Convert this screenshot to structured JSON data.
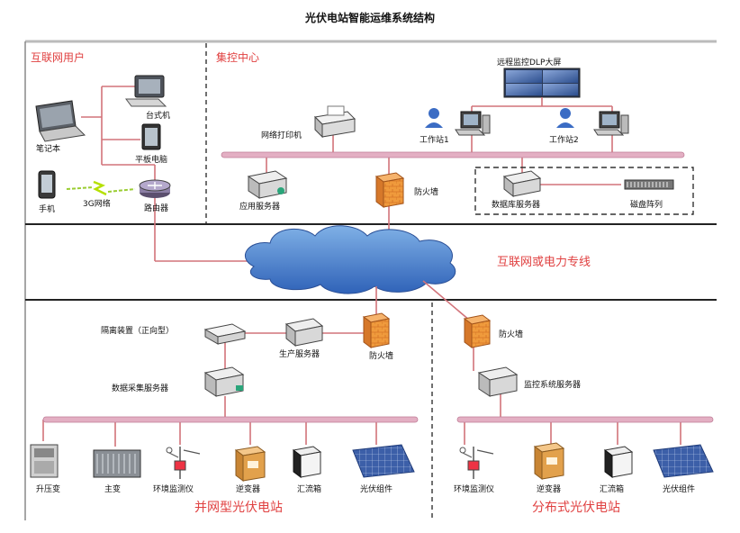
{
  "title": "光伏电站智能运维系统结构",
  "sections": {
    "internet_users": "互联网用户",
    "control_center": "集控中心",
    "grid_station": "并网型光伏电站",
    "distributed_station": "分布式光伏电站"
  },
  "cloud_label": "互联网或电力专线",
  "labels": {
    "laptop": "笔记本",
    "desktop": "台式机",
    "tablet": "平板电脑",
    "phone": "手机",
    "network_3g": "3G网络",
    "router": "路由器",
    "dlp_screen": "远程监控DLP大屏",
    "printer": "网络打印机",
    "workstation1": "工作站1",
    "workstation2": "工作站2",
    "app_server": "应用服务器",
    "firewall_cc": "防火墙",
    "db_server": "数据库服务器",
    "disk_array": "磁盘阵列",
    "isolator": "隔离装置（正向型）",
    "prod_server": "生产服务器",
    "firewall_grid": "防火墙",
    "collector_server": "数据采集服务器",
    "booster": "升压变",
    "main_transformer": "主变",
    "env_monitor_g": "环境监测仪",
    "inverter_g": "逆变器",
    "combiner_g": "汇流箱",
    "pv_module_g": "光伏组件",
    "firewall_dist": "防火墙",
    "monitor_server": "监控系统服务器",
    "env_monitor_d": "环境监测仪",
    "inverter_d": "逆变器",
    "combiner_d": "汇流箱",
    "pv_module_d": "光伏组件"
  },
  "colors": {
    "bus": "#e3afc3",
    "link": "#d2737a",
    "section_text": "#e04040",
    "firewall": "#e98a30"
  }
}
